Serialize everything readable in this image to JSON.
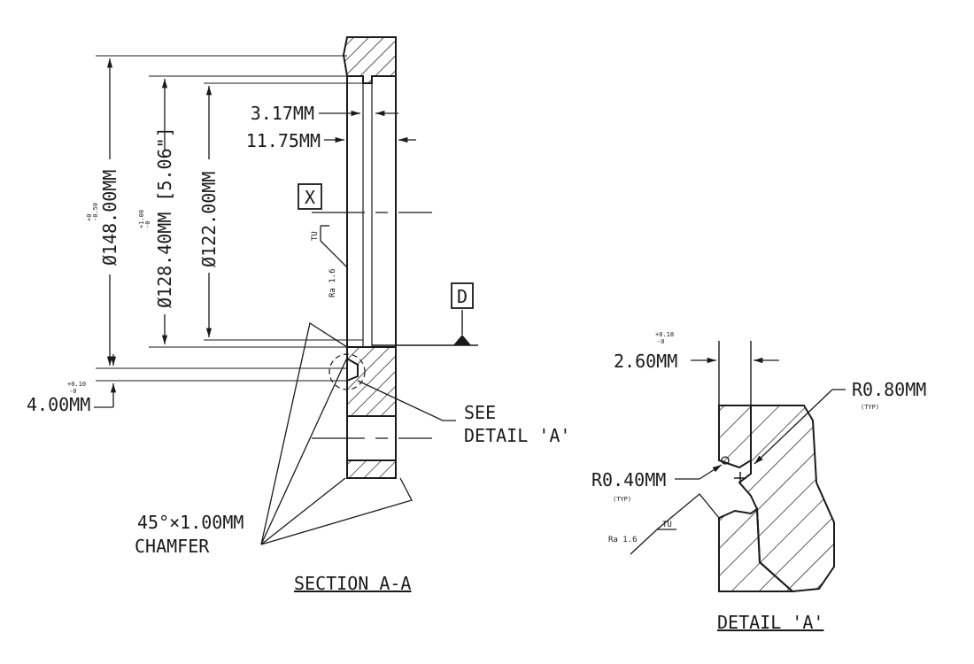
{
  "section": {
    "dims": {
      "d1": "3.17MM",
      "d2": "11.75MM",
      "dia148": "Ø148.00MM",
      "dia148_tol_top": "+0",
      "dia148_tol_bot": "-0.50",
      "dia128": "Ø128.40MM [5.06\"]",
      "dia128_tol_top": "+1.00",
      "dia128_tol_bot": "-0",
      "dia122": "Ø122.00MM",
      "w4": "4.00MM",
      "w4_tol_top": "+0.10",
      "w4_tol_bot": "-0"
    },
    "datum_x": "X",
    "datum_d": "D",
    "surface_tu": "TU",
    "surface_ra": "Ra 1.6",
    "see_detail_1": "SEE",
    "see_detail_2": "DETAIL 'A'",
    "chamfer_1": "45°×1.00MM",
    "chamfer_2": "CHAMFER",
    "title": "SECTION A-A"
  },
  "detail": {
    "w260": "2.60MM",
    "w260_tol_top": "+0.18",
    "w260_tol_bot": "-0",
    "r080": "R0.80MM",
    "r080_typ": "(TYP)",
    "r040": "R0.40MM",
    "r040_typ": "(TYP)",
    "surface_tu": "TU",
    "surface_ra": "Ra 1.6",
    "title": "DETAIL 'A'"
  }
}
